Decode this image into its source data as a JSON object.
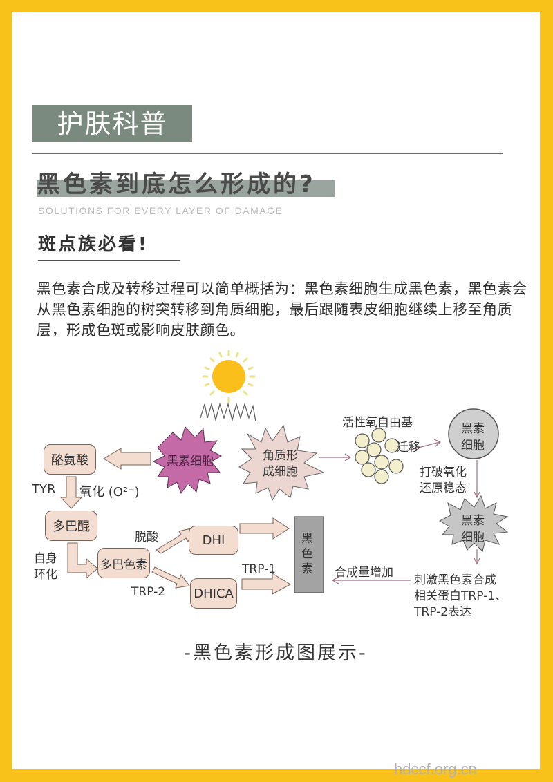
{
  "header": {
    "tag": "护肤科普",
    "title": "黑色素到底怎么形成的?",
    "subtitle": "SOLUTIONS FOR EVERY LAYER OF DAMAGE",
    "section_heading": "斑点族必看!"
  },
  "intro_paragraph": "黑色素合成及转移过程可以简单概括为：黑色素细胞生成黑色素，黑色素会从黑色素细胞的树突转移到角质细胞，最后跟随表皮细胞继续上移至角质层，形成色斑或影响皮肤颜色。",
  "diagram": {
    "sun_icon": "sun-icon",
    "nodes": {
      "melanocyte_star": "黑素细胞",
      "keratinocyte_star_line1": "角质形",
      "keratinocyte_star_line2": "成细胞",
      "ros": "活性氧自由基",
      "migrate": "迁移",
      "melanocyte_circle_line1": "黑素",
      "melanocyte_circle_line2": "细胞",
      "break_line1": "打破氧化",
      "break_line2": "还原稳态",
      "melanocyte_star2_line1": "黑素",
      "melanocyte_star2_line2": "细胞",
      "stimulate_line1": "刺激黑色素合成",
      "stimulate_line2": "相关蛋白TRP-1、",
      "stimulate_line3": "TRP-2表达",
      "increase": "合成量增加",
      "tyrosine": "酪氨酸",
      "tyr": "TYR",
      "oxidation": "氧化 (O²⁻)",
      "dopaquinone": "多巴醌",
      "self_cyclize_line1": "自身",
      "self_cyclize_line2": "环化",
      "dopachrome": "多巴色素",
      "decarboxylation": "脱酸",
      "dhi": "DHI",
      "dhica": "DHICA",
      "trp2": "TRP-2",
      "trp1": "TRP-1",
      "melanin_line1": "黑",
      "melanin_line2": "色",
      "melanin_line3": "素"
    },
    "caption": "-黑色素形成图展示-"
  },
  "watermark": "hdccf.org.cn",
  "colors": {
    "border": "#f9c21b",
    "tag_bg": "#7a8a7e",
    "box_fill": "#f3ddd1",
    "melanocyte_star": "#c46aa7",
    "keratinocyte_star": "#ecd6d2",
    "sun": "#fbbf1c",
    "melanin_box": "#a3a3a3"
  }
}
